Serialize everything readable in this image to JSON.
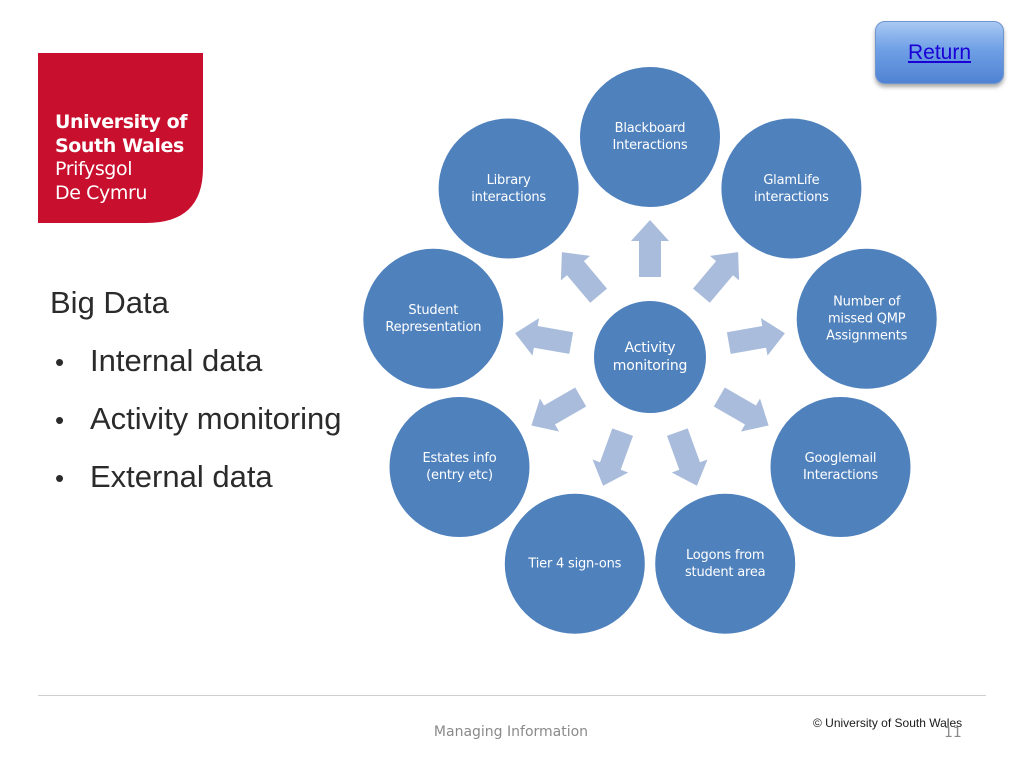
{
  "logo": {
    "line1": "University of",
    "line2": "South Wales",
    "line3": "Prifysgol",
    "line4": "De Cymru",
    "color": "#c8102e"
  },
  "return_button": {
    "label": "Return"
  },
  "bullets": {
    "heading": "Big Data",
    "items": [
      "Internal data",
      "Activity monitoring",
      "External data"
    ],
    "bullet_char": "•"
  },
  "diagram": {
    "center": {
      "label": "Activity\nmonitoring"
    },
    "nodes": [
      {
        "label": "Blackboard\nInteractions"
      },
      {
        "label": "GlamLife\ninteractions"
      },
      {
        "label": "Number of\nmissed QMP\nAssignments"
      },
      {
        "label": "Googlemail\nInteractions"
      },
      {
        "label": "Logons from\nstudent area"
      },
      {
        "label": "Tier 4 sign-ons"
      },
      {
        "label": "Estates info\n(entry etc)"
      },
      {
        "label": "Student\nRepresentation"
      },
      {
        "label": "Library\ninteractions"
      }
    ],
    "node_color": "#4f81bd",
    "node_border": "#ffffff",
    "arrow_color": "#a9bcdb"
  },
  "footer": {
    "title": "Managing Information",
    "copyright": "© University of South Wales",
    "page": "11"
  }
}
